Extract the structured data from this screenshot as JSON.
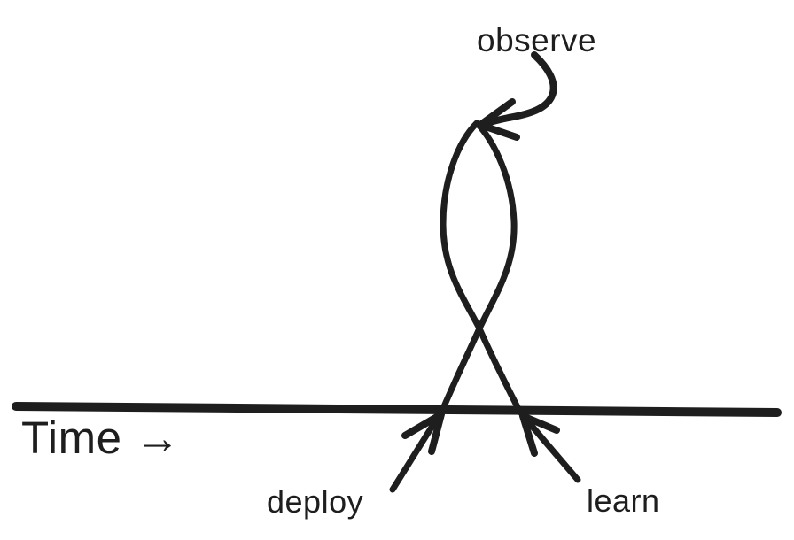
{
  "colors": {
    "ink": "#1e1e1e",
    "background": "#ffffff"
  },
  "labels": {
    "observe": "observe",
    "deploy": "deploy",
    "learn": "learn",
    "time_axis": "Time →"
  }
}
